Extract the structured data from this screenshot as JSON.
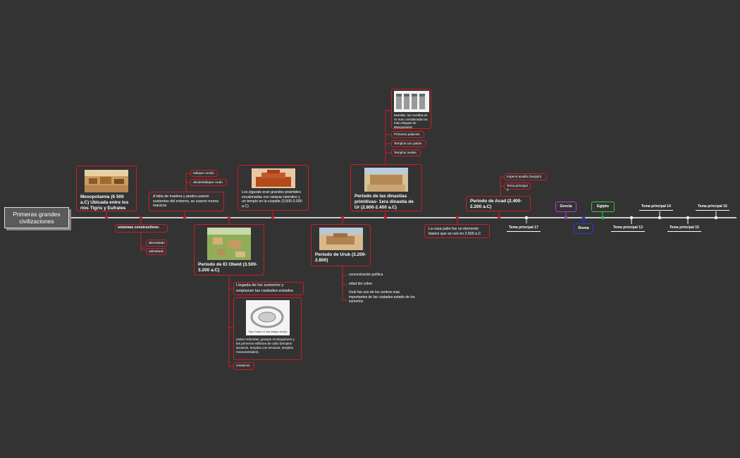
{
  "root": "Primeras grandes civilizaciones",
  "nodes": {
    "mesopotamia": "Mesopotamia (6 500 a.C) Ubicada entre los ríos Tigris y Eufrates",
    "sistemas": "sistemas constructivos:",
    "abovedado": "abovedado",
    "adintelado": "adintelado",
    "madera": "A falta de madera y piedra usaron sustentos del entorno, se usaron muros macizos",
    "ladrillo_cocido": "tabique cocido",
    "adobe": "abode/tabique crudo",
    "obeid": "Periodo de El Obeid (3.500-3.200 a.C)",
    "llegada": "Llegada de los sumerios y empiezan las ciudades-estados",
    "casas": "casas redondas, granjas rectangulares y los primeros edificios de culto (templos arcaicos, templos con terrazas, templos monumentales)",
    "caption_obeid": "Tepe Gawra: el más antiguo templo",
    "mosaicos": "mosaicos",
    "zigurats": "Los zigurats eran grandes pirámides escalonadas con rampas laterales y un templo en la cúspide (3.500-3.000 a.C)",
    "uruk": "Periodo de Uruk (3.200-2.800)",
    "concentracion": "concentración política",
    "cobre": "edad del cobre",
    "uruk_centro": "Uruk fue uno de los centros mas importantes de las ciudades-estado de los sumerios",
    "dinastias": "Periodo de las dinastías primitivas- 1era dinastía de Ur (2.800-2.400 a.C)",
    "murallas": "Murallas- las murallas de Ur eran consideradas las más antiguas de Mesopotamia",
    "palacios": "Primeros palacios",
    "patios": "Templos con patios",
    "ovales": "Templos ovales",
    "casa_patio": "La casa patio fue un elemento básico que se usó en 2.500 a.C",
    "acad": "Periodo de Acad (2.400-2.200 a.C)",
    "imperio": "Imperio acadio (Sargón)",
    "tema2": "Tema principal 2"
  },
  "chips": {
    "grecia": "Grecia",
    "roma": "Roma",
    "egipto": "Egipto"
  },
  "temas": {
    "t17": "Tema principal 17",
    "t13": "Tema principal 13",
    "t14": "Tema principal 14",
    "t15": "Tema principal 15",
    "t16": "Tema principal 16"
  },
  "colors": {
    "background": "#333333",
    "accent": "#d11c24",
    "grecia": "#b13fc4",
    "roma": "#2a3ad6",
    "egipto": "#2ecc40",
    "line": "#ffffff"
  }
}
